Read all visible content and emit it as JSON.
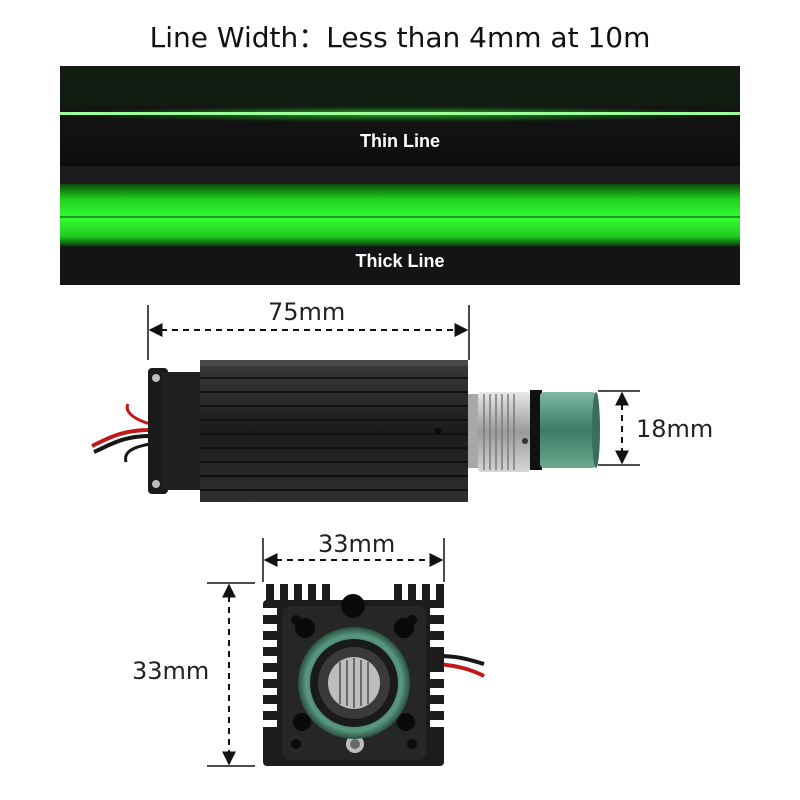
{
  "title": "Line Width：Less than 4mm at 10m",
  "beam_panel": {
    "thin_label": "Thin Line",
    "thick_label": "Thick Line"
  },
  "side_view": {
    "length_label": "75mm",
    "diameter_label": "18mm"
  },
  "front_view": {
    "width_label": "33mm",
    "height_label": "33mm"
  },
  "colors": {
    "laser_green": "#22ff22",
    "heatsink": "#2a2a2a",
    "lens_teal": "#4e8a74"
  }
}
